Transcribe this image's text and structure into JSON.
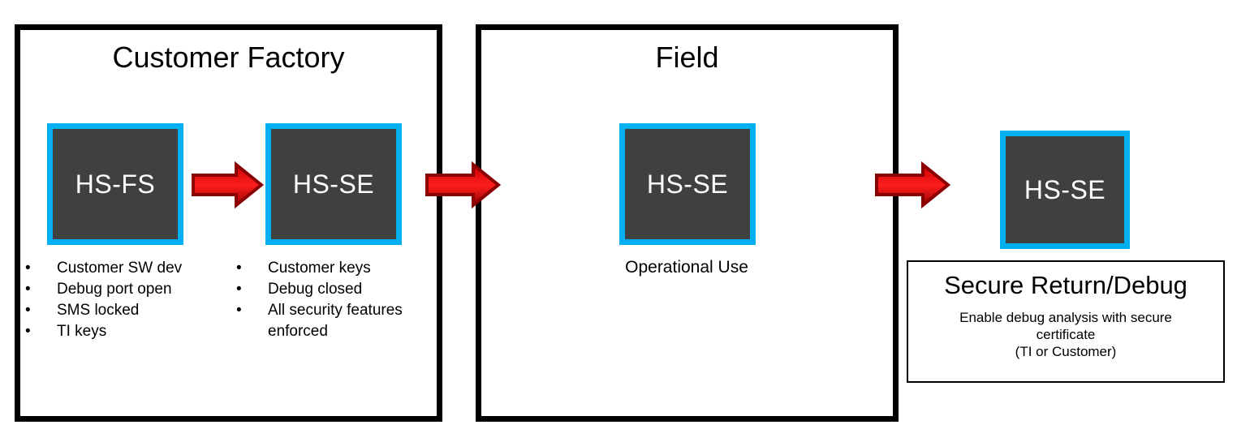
{
  "colors": {
    "container_border": "#000000",
    "chip_fill": "#404040",
    "chip_border": "#00B0F0",
    "chip_text": "#ffffff",
    "arrow_fill_top": "#c40000",
    "arrow_fill_mid": "#ff1e1e",
    "arrow_fill_bottom": "#9a0000",
    "arrow_stroke": "#8b0000"
  },
  "factory": {
    "title": "Customer Factory",
    "hsfs_label": "HS-FS",
    "hsse_label": "HS-SE",
    "hsfs_notes": [
      "Customer SW dev",
      "Debug port open",
      "SMS locked",
      "TI keys"
    ],
    "hsse_notes": [
      "Customer keys",
      "Debug closed",
      "All security features enforced"
    ]
  },
  "field": {
    "title": "Field",
    "hsse_label": "HS-SE",
    "caption": "Operational Use"
  },
  "secure_return": {
    "hsse_label": "HS-SE",
    "panel_title": "Secure Return/Debug",
    "panel_body_line1": "Enable debug analysis with secure certificate",
    "panel_body_line2": "(TI or Customer)"
  }
}
